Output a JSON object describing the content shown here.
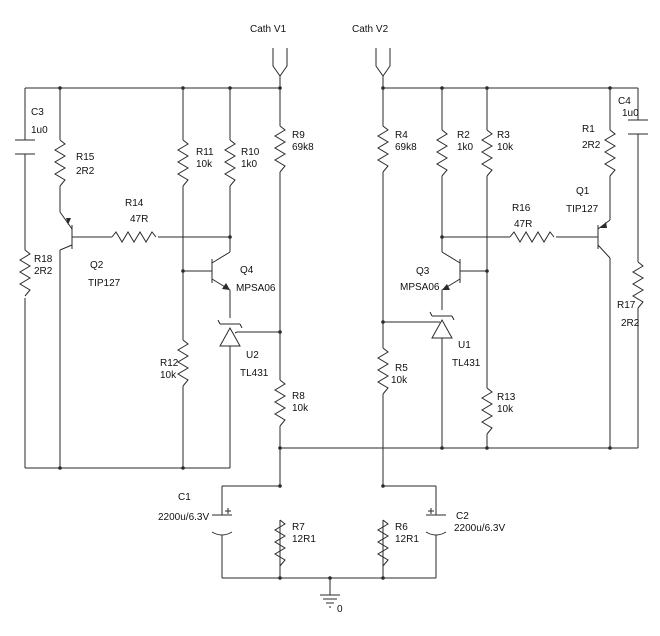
{
  "ports": {
    "cath_v1": "Cath V1",
    "cath_v2": "Cath V2"
  },
  "ground": "0",
  "components": {
    "C3": {
      "ref": "C3",
      "value": "1u0"
    },
    "C4": {
      "ref": "C4",
      "value": "1u0"
    },
    "C1": {
      "ref": "C1",
      "value": "2200u/6.3V"
    },
    "C2": {
      "ref": "C2",
      "value": "2200u/6.3V"
    },
    "R1": {
      "ref": "R1",
      "value": "2R2"
    },
    "R2": {
      "ref": "R2",
      "value": "1k0"
    },
    "R3": {
      "ref": "R3",
      "value": "10k"
    },
    "R4": {
      "ref": "R4",
      "value": "69k8"
    },
    "R5": {
      "ref": "R5",
      "value": "10k"
    },
    "R6": {
      "ref": "R6",
      "value": "12R1"
    },
    "R7": {
      "ref": "R7",
      "value": "12R1"
    },
    "R8": {
      "ref": "R8",
      "value": "10k"
    },
    "R9": {
      "ref": "R9",
      "value": "69k8"
    },
    "R10": {
      "ref": "R10",
      "value": "1k0"
    },
    "R11": {
      "ref": "R11",
      "value": "10k"
    },
    "R12": {
      "ref": "R12",
      "value": "10k"
    },
    "R13": {
      "ref": "R13",
      "value": "10k"
    },
    "R14": {
      "ref": "R14",
      "value": "47R"
    },
    "R15": {
      "ref": "R15",
      "value": "2R2"
    },
    "R16": {
      "ref": "R16",
      "value": "47R"
    },
    "R17": {
      "ref": "R17",
      "value": "2R2"
    },
    "R18": {
      "ref": "R18",
      "value": "2R2"
    },
    "Q1": {
      "ref": "Q1",
      "value": "TIP127"
    },
    "Q2": {
      "ref": "Q2",
      "value": "TIP127"
    },
    "Q3": {
      "ref": "Q3",
      "value": "MPSA06"
    },
    "Q4": {
      "ref": "Q4",
      "value": "MPSA06"
    },
    "U1": {
      "ref": "U1",
      "value": "TL431"
    },
    "U2": {
      "ref": "U2",
      "value": "TL431"
    }
  }
}
